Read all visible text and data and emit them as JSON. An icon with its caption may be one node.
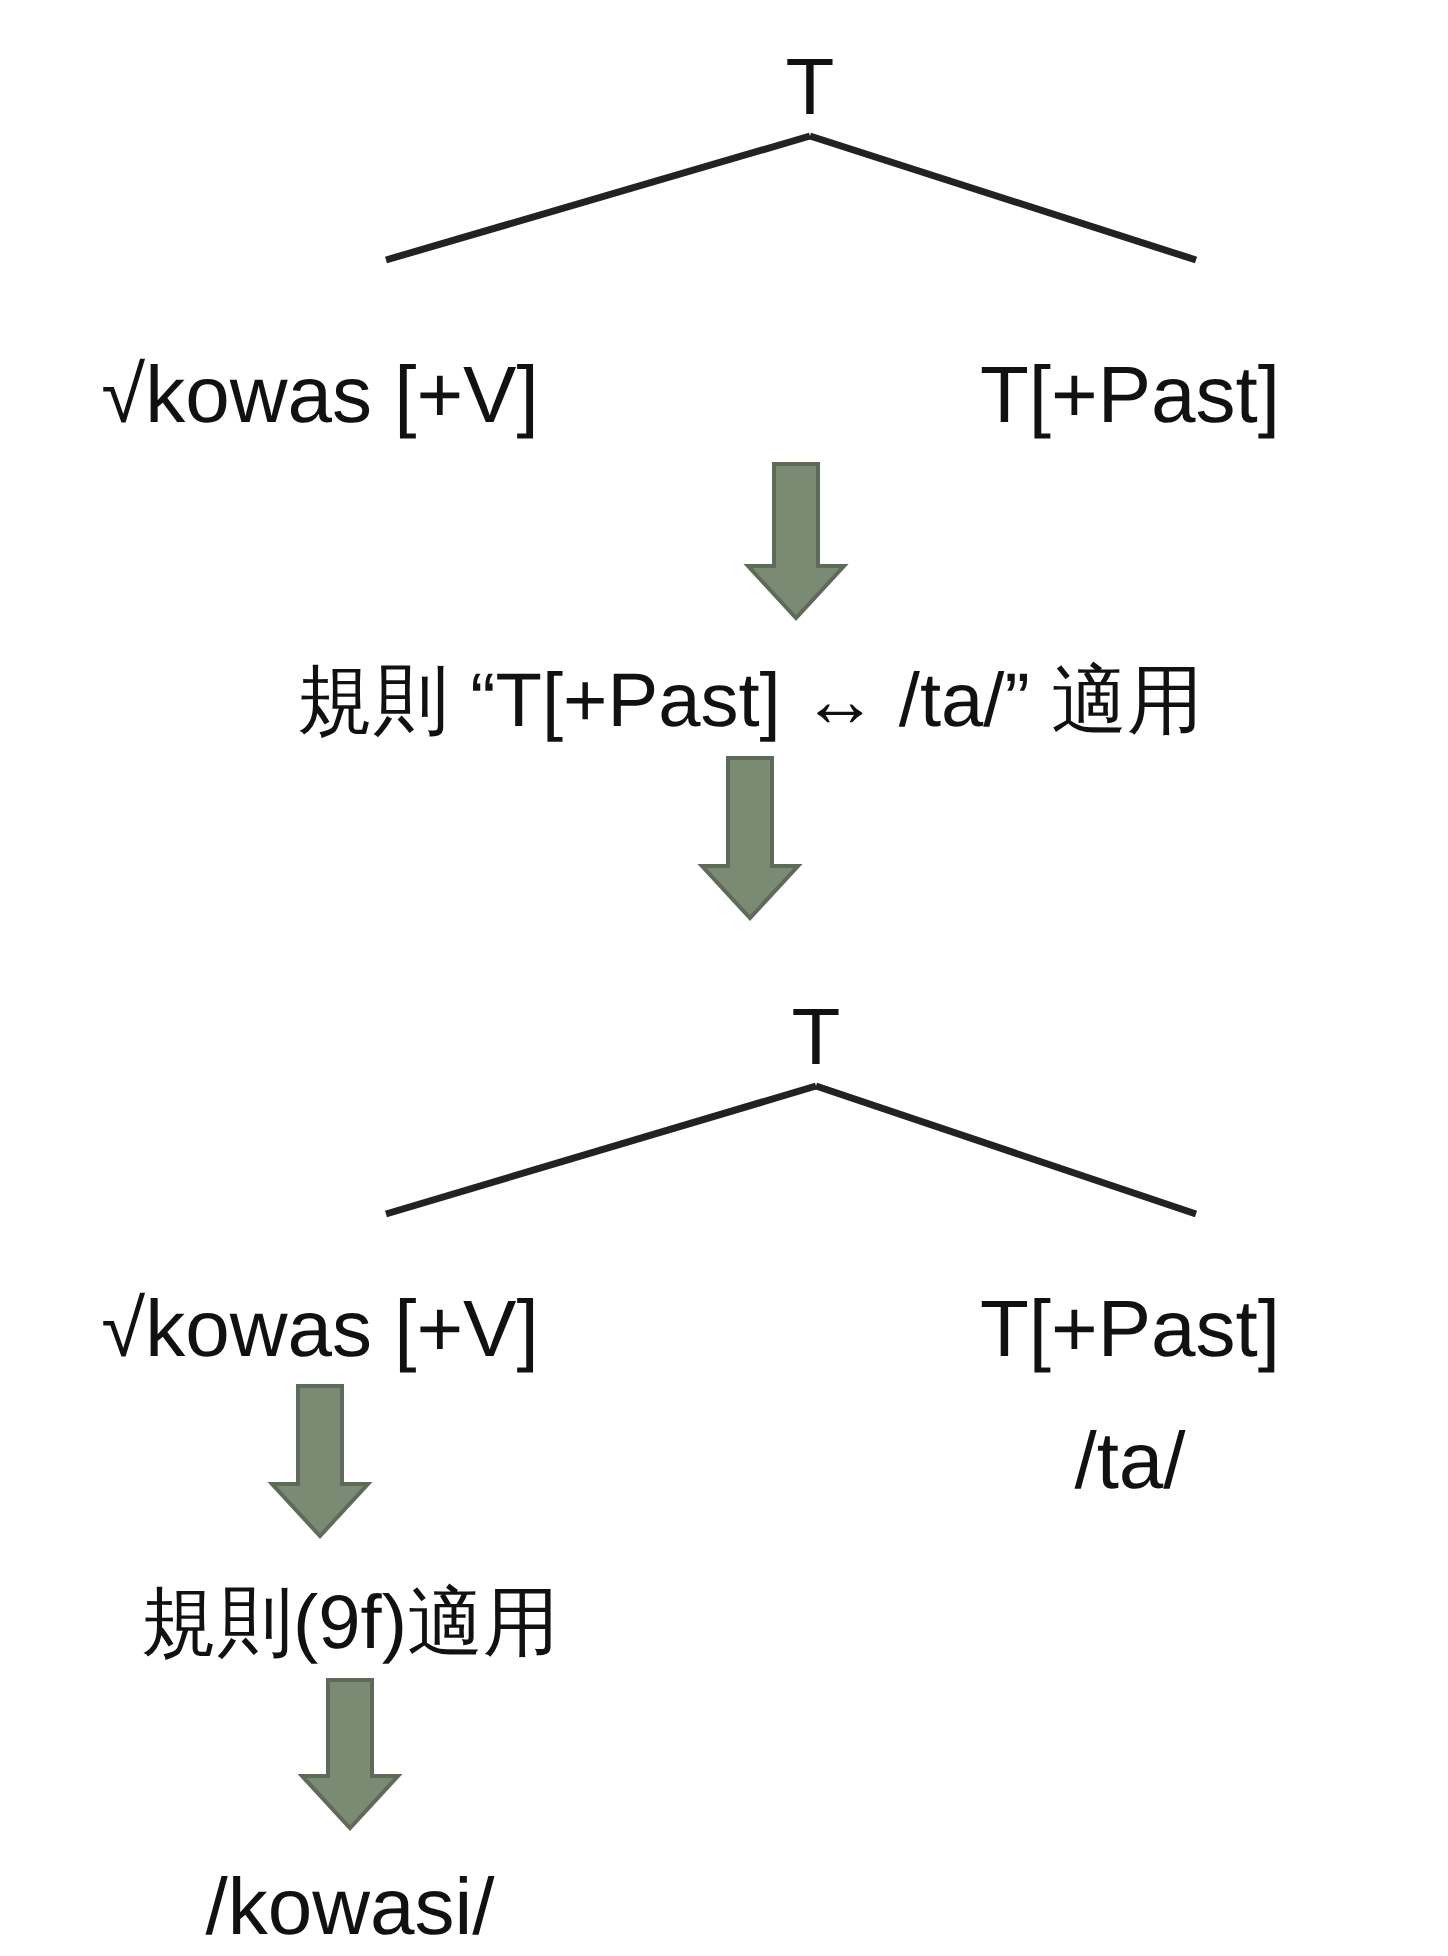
{
  "diagram": {
    "nodes": [
      {
        "text": [
          "T"
        ]
      },
      {
        "text": [
          "√kowas [+V]"
        ]
      },
      {
        "text": [
          "T[+Past]"
        ]
      },
      {
        "text": [
          "規則 “T[+Past] ↔ /ta/” 適用"
        ]
      },
      {
        "text": [
          "T"
        ]
      },
      {
        "text": [
          "√kowas [+V]"
        ]
      },
      {
        "text": [
          "T[+Past]"
        ],
        "beside": [
          "/ta/"
        ]
      },
      {
        "text": [
          "規則(9f)適用"
        ]
      },
      {
        "text": [
          "/kowasi/"
        ]
      }
    ],
    "edges": [
      {
        "from": 0,
        "to": 1,
        "arrow": "none"
      },
      {
        "from": 0,
        "to": 2,
        "arrow": "none"
      },
      {
        "from": null,
        "to": 3,
        "arrow": "to",
        "style": "thick",
        "color": "#7b8b73"
      },
      {
        "from": 3,
        "to": 4,
        "arrow": "to",
        "style": "thick",
        "color": "#7b8b73"
      },
      {
        "from": 4,
        "to": 5,
        "arrow": "none"
      },
      {
        "from": 4,
        "to": 6,
        "arrow": "none"
      },
      {
        "from": 5,
        "to": 7,
        "arrow": "to",
        "style": "thick",
        "color": "#7b8b73"
      },
      {
        "from": 7,
        "to": 8,
        "arrow": "to",
        "style": "thick",
        "color": "#7b8b73"
      }
    ]
  }
}
